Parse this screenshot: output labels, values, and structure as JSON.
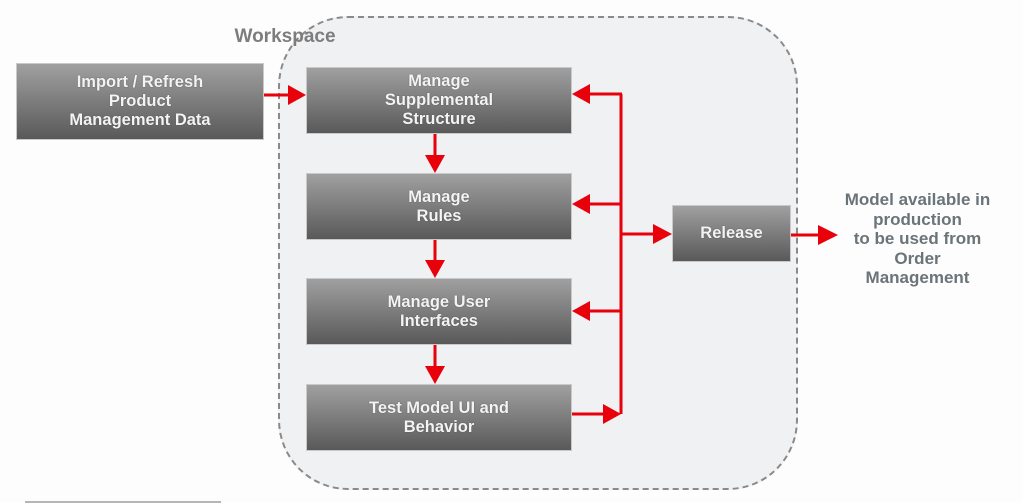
{
  "workspace": {
    "title": "Workspace"
  },
  "boxes": {
    "import": "Import / Refresh\nProduct\nManagement Data",
    "supplemental": "Manage\nSupplemental\nStructure",
    "rules": "Manage\nRules",
    "user_interfaces": "Manage User\nInterfaces",
    "test": "Test Model UI and\nBehavior",
    "release": "Release"
  },
  "output_text": "Model available in\nproduction\nto be used from\nOrder\nManagement",
  "colors": {
    "arrow": "#e8000b",
    "box_top": "#a0a0a0",
    "box_bottom": "#595959",
    "workspace_bg": "#eff1f3",
    "output_text": "#6a7479"
  }
}
